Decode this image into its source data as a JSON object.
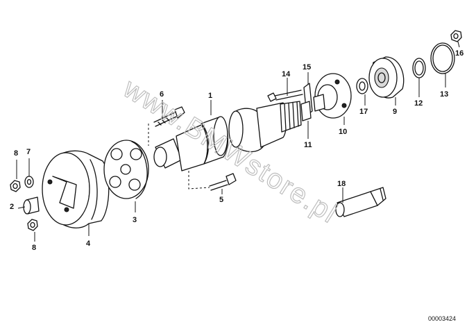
{
  "callouts": [
    "1",
    "2",
    "3",
    "4",
    "5",
    "6",
    "7",
    "8",
    "8",
    "9",
    "10",
    "11",
    "12",
    "13",
    "14",
    "15",
    "16",
    "17",
    "18"
  ],
  "watermark": "www.BMWstore.pl",
  "diagram_code": "00003424"
}
